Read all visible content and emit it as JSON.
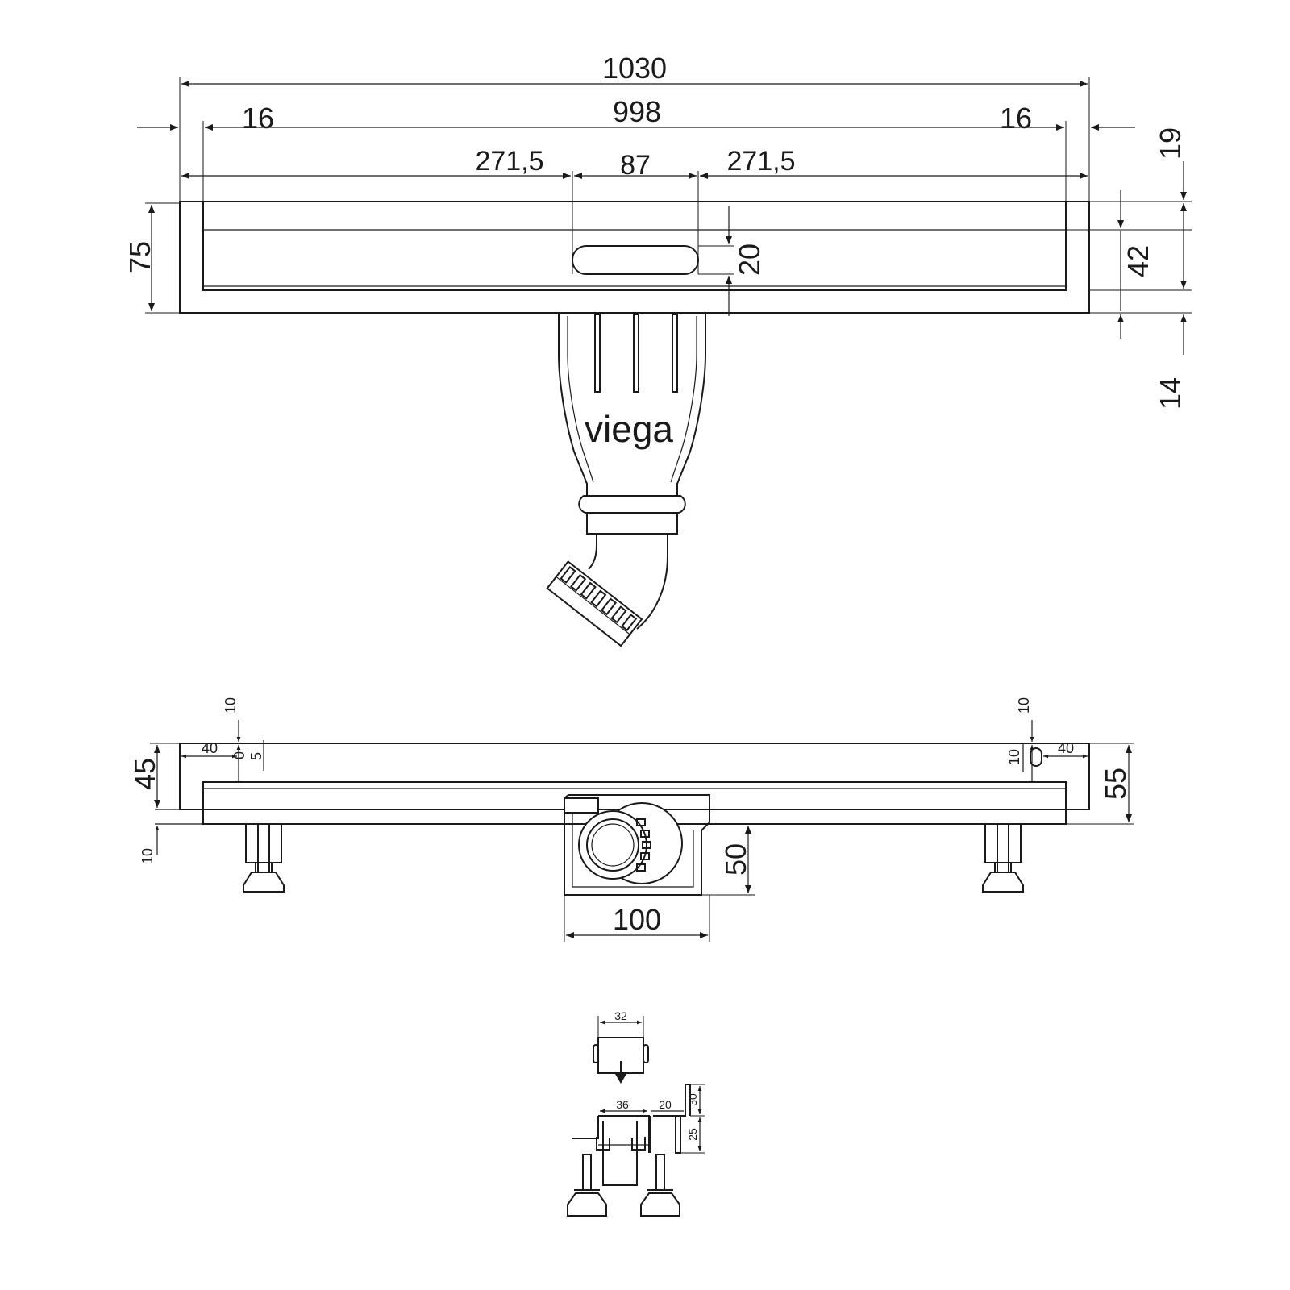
{
  "brand": "viega",
  "top_view": {
    "overall_width": "1030",
    "inner_width": "998",
    "left_edge": "16",
    "right_edge": "16",
    "left_segment": "271,5",
    "outlet_width": "87",
    "right_segment": "271,5",
    "depth": "75",
    "slot_height": "20",
    "right_top": "19",
    "right_middle": "42",
    "right_bottom": "14"
  },
  "side_view": {
    "left_top": "10",
    "left_offset": "40",
    "left_hole_a": "0",
    "left_hole_b": "5",
    "left_height": "45",
    "left_foot": "10",
    "right_top": "10",
    "right_hole": "10",
    "right_offset": "40",
    "right_height": "55",
    "outlet_height": "50",
    "outlet_width": "100"
  },
  "section_view": {
    "grate_width": "32",
    "channel_width": "36",
    "flange_width": "20",
    "upper_height": "30",
    "lower_height": "25"
  }
}
